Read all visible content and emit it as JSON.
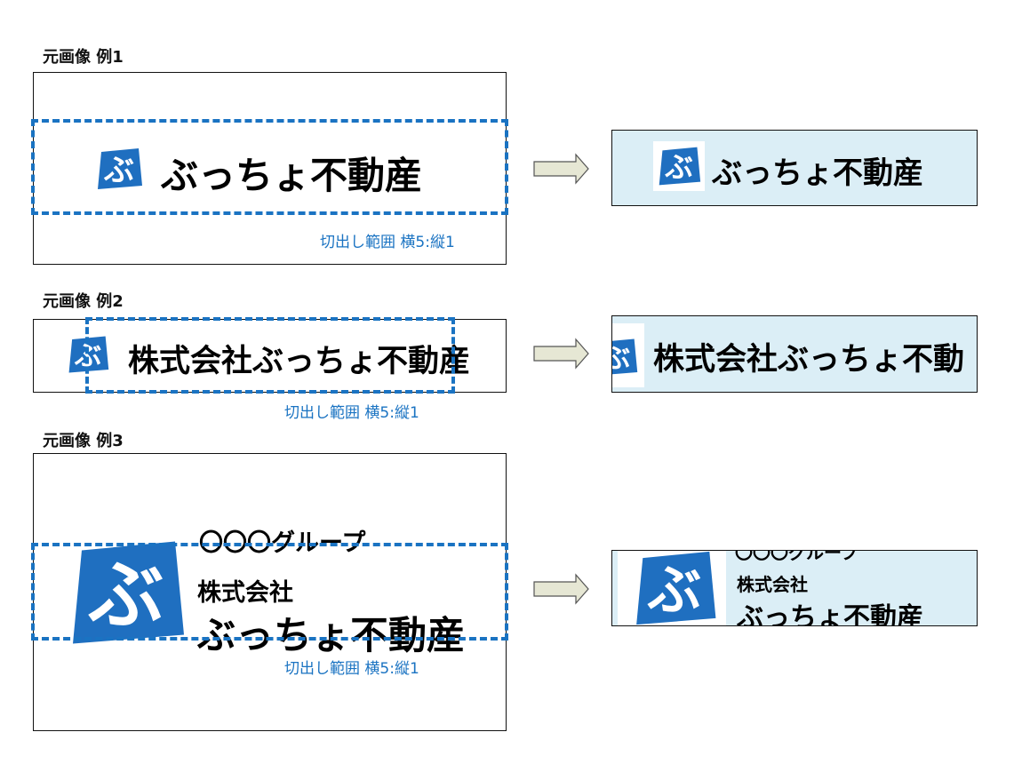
{
  "colors": {
    "accent_blue": "#1a73c2",
    "crop_bg": "#dbeef6",
    "arrow_fill": "#e6e7d4",
    "logo_blue": "#1f6fc0"
  },
  "examples": [
    {
      "caption": "元画像 例1",
      "brand": "ぶっちょ不動産",
      "crop_note": "切出し範囲 横5:縦1",
      "result_brand": "ぶっちょ不動産"
    },
    {
      "caption": "元画像 例2",
      "brand": "株式会社ぶっちょ不動産",
      "crop_note": "切出し範囲 横5:縦1",
      "result_brand": "株式会社ぶっちょ不動"
    },
    {
      "caption": "元画像 例3",
      "group": "〇〇〇グループ",
      "company": "株式会社",
      "brand": "ぶっちょ不動産",
      "crop_note": "切出し範囲 横5:縦1",
      "result_group": "〇〇〇グループ",
      "result_company": "株式会社",
      "result_brand": "ぶっちょ不動産"
    }
  ],
  "icons": [
    "logo-bu-icon",
    "right-arrow-icon"
  ]
}
